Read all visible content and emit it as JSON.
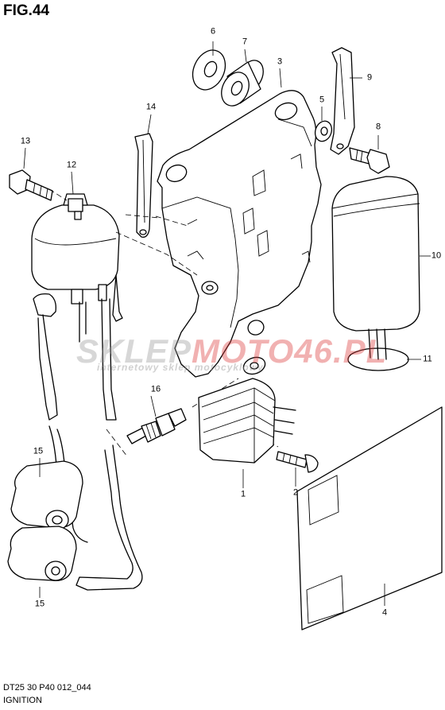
{
  "figure": {
    "title": "FIG.44",
    "code": "DT25 30 P40 012_044",
    "name": "IGNITION"
  },
  "watermark": {
    "brand_part1": "SKLEP",
    "brand_part2": "MOTO46.PL",
    "tagline": "internetowy sklep motocyklowy"
  },
  "colors": {
    "watermark_gray": "#969696",
    "watermark_red": "#dc3c3c",
    "line": "#000000"
  },
  "callouts": [
    {
      "id": "callout-1",
      "text": "1"
    },
    {
      "id": "callout-2",
      "text": "2"
    },
    {
      "id": "callout-3",
      "text": "3"
    },
    {
      "id": "callout-4",
      "text": "4"
    },
    {
      "id": "callout-5",
      "text": "5"
    },
    {
      "id": "callout-6",
      "text": "6"
    },
    {
      "id": "callout-7",
      "text": "7"
    },
    {
      "id": "callout-8",
      "text": "8"
    },
    {
      "id": "callout-9",
      "text": "9"
    },
    {
      "id": "callout-10",
      "text": "10"
    },
    {
      "id": "callout-11",
      "text": "11"
    },
    {
      "id": "callout-12",
      "text": "12"
    },
    {
      "id": "callout-13",
      "text": "13"
    },
    {
      "id": "callout-14",
      "text": "14"
    },
    {
      "id": "callout-15a",
      "text": "15"
    },
    {
      "id": "callout-15b",
      "text": "15"
    },
    {
      "id": "callout-16",
      "text": "16"
    }
  ]
}
